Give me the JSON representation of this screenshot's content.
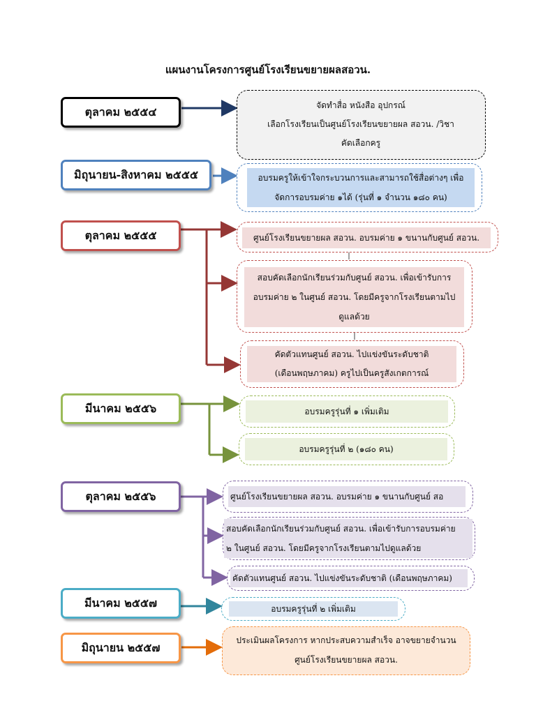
{
  "title": "แผนงานโครงการศูนย์โรงเรียนขยายผลสอวน.",
  "colors": {
    "black": "#000000",
    "navy": "#1f3864",
    "blue": "#4f81bd",
    "red": "#c0504d",
    "darkred": "#953735",
    "green": "#9bbb59",
    "olive": "#77933c",
    "purple": "#8064a2",
    "teal": "#4bacc6",
    "darkteal": "#31859c",
    "orange": "#f79646",
    "darkorange": "#e36c09"
  },
  "stages": [
    {
      "date": "ตุลาคม ๒๕๕๔",
      "activities": [
        {
          "lines": [
            "จัดทำสื่อ  หนังสือ  อุปกรณ์",
            "เลือกโรงเรียนเป็นศูนย์โรงเรียนขยายผล สอวน. /วิชา",
            "คัดเลือกครู"
          ]
        }
      ]
    },
    {
      "date": "มิถุนายน-สิงหาคม ๒๕๕๕",
      "activities": [
        {
          "lines": [
            "อบรมครูให้เข้าใจกระบวนการและสามารถใช้สื่อต่างๆ เพื่อ",
            "จัดการอบรมค่าย ๑ได้  (รุ่นที่ ๑ จำนวน ๑๘๐ คน)"
          ]
        }
      ]
    },
    {
      "date": "ตุลาคม ๒๕๕๕",
      "activities": [
        {
          "lines": [
            "ศูนย์โรงเรียนขยายผล สอวน. อบรมค่าย ๑ ขนานกับศูนย์ สอวน."
          ]
        },
        {
          "lines": [
            "สอบคัดเลือกนักเรียนร่วมกับศูนย์ สอวน.  เพื่อเข้ารับการ",
            "อบรมค่าย ๒ ในศูนย์ สอวน.  โดยมีครูจากโรงเรียนตามไป",
            "ดูแลด้วย"
          ]
        },
        {
          "lines": [
            "คัดตัวแทนศูนย์ สอวน. ไปแข่งขันระดับชาติ",
            "(เดือนพฤษภาคม)  ครูไปเป็นครูสังเกตการณ์"
          ]
        }
      ]
    },
    {
      "date": "มีนาคม ๒๕๕๖",
      "activities": [
        {
          "lines": [
            "อบรมครูรุ่นที่ ๑ เพิ่มเติม"
          ]
        },
        {
          "lines": [
            "อบรมครูรุ่นที่ ๒  (๑๘๐ คน)"
          ]
        }
      ]
    },
    {
      "date": "ตุลาคม ๒๕๕๖",
      "activities": [
        {
          "lines": [
            "ศูนย์โรงเรียนขยายผล สอวน. อบรมค่าย ๑ ขนานกับศูนย์ สอ"
          ]
        },
        {
          "lines": [
            "สอบคัดเลือกนักเรียนร่วมกับศูนย์ สอวน.  เพื่อเข้ารับการอบรมค่าย",
            "๒ ในศูนย์ สอวน.  โดยมีครูจากโรงเรียนตามไปดูแลด้วย"
          ]
        },
        {
          "lines": [
            "คัดตัวแทนศูนย์ สอวน. ไปแข่งขันระดับชาติ (เดือนพฤษภาคม)"
          ]
        }
      ]
    },
    {
      "date": "มีนาคม ๒๕๕๗",
      "activities": [
        {
          "lines": [
            "อบรมครูรุ่นที่ ๒ เพิ่มเติม"
          ]
        }
      ]
    },
    {
      "date": "มิถุนายน ๒๕๕๗",
      "activities": [
        {
          "lines": [
            "ประเมินผลโครงการ  หากประสบความสำเร็จ อาจขยายจำนวน",
            "ศูนย์โรงเรียนขยายผล สอวน."
          ]
        }
      ]
    }
  ]
}
